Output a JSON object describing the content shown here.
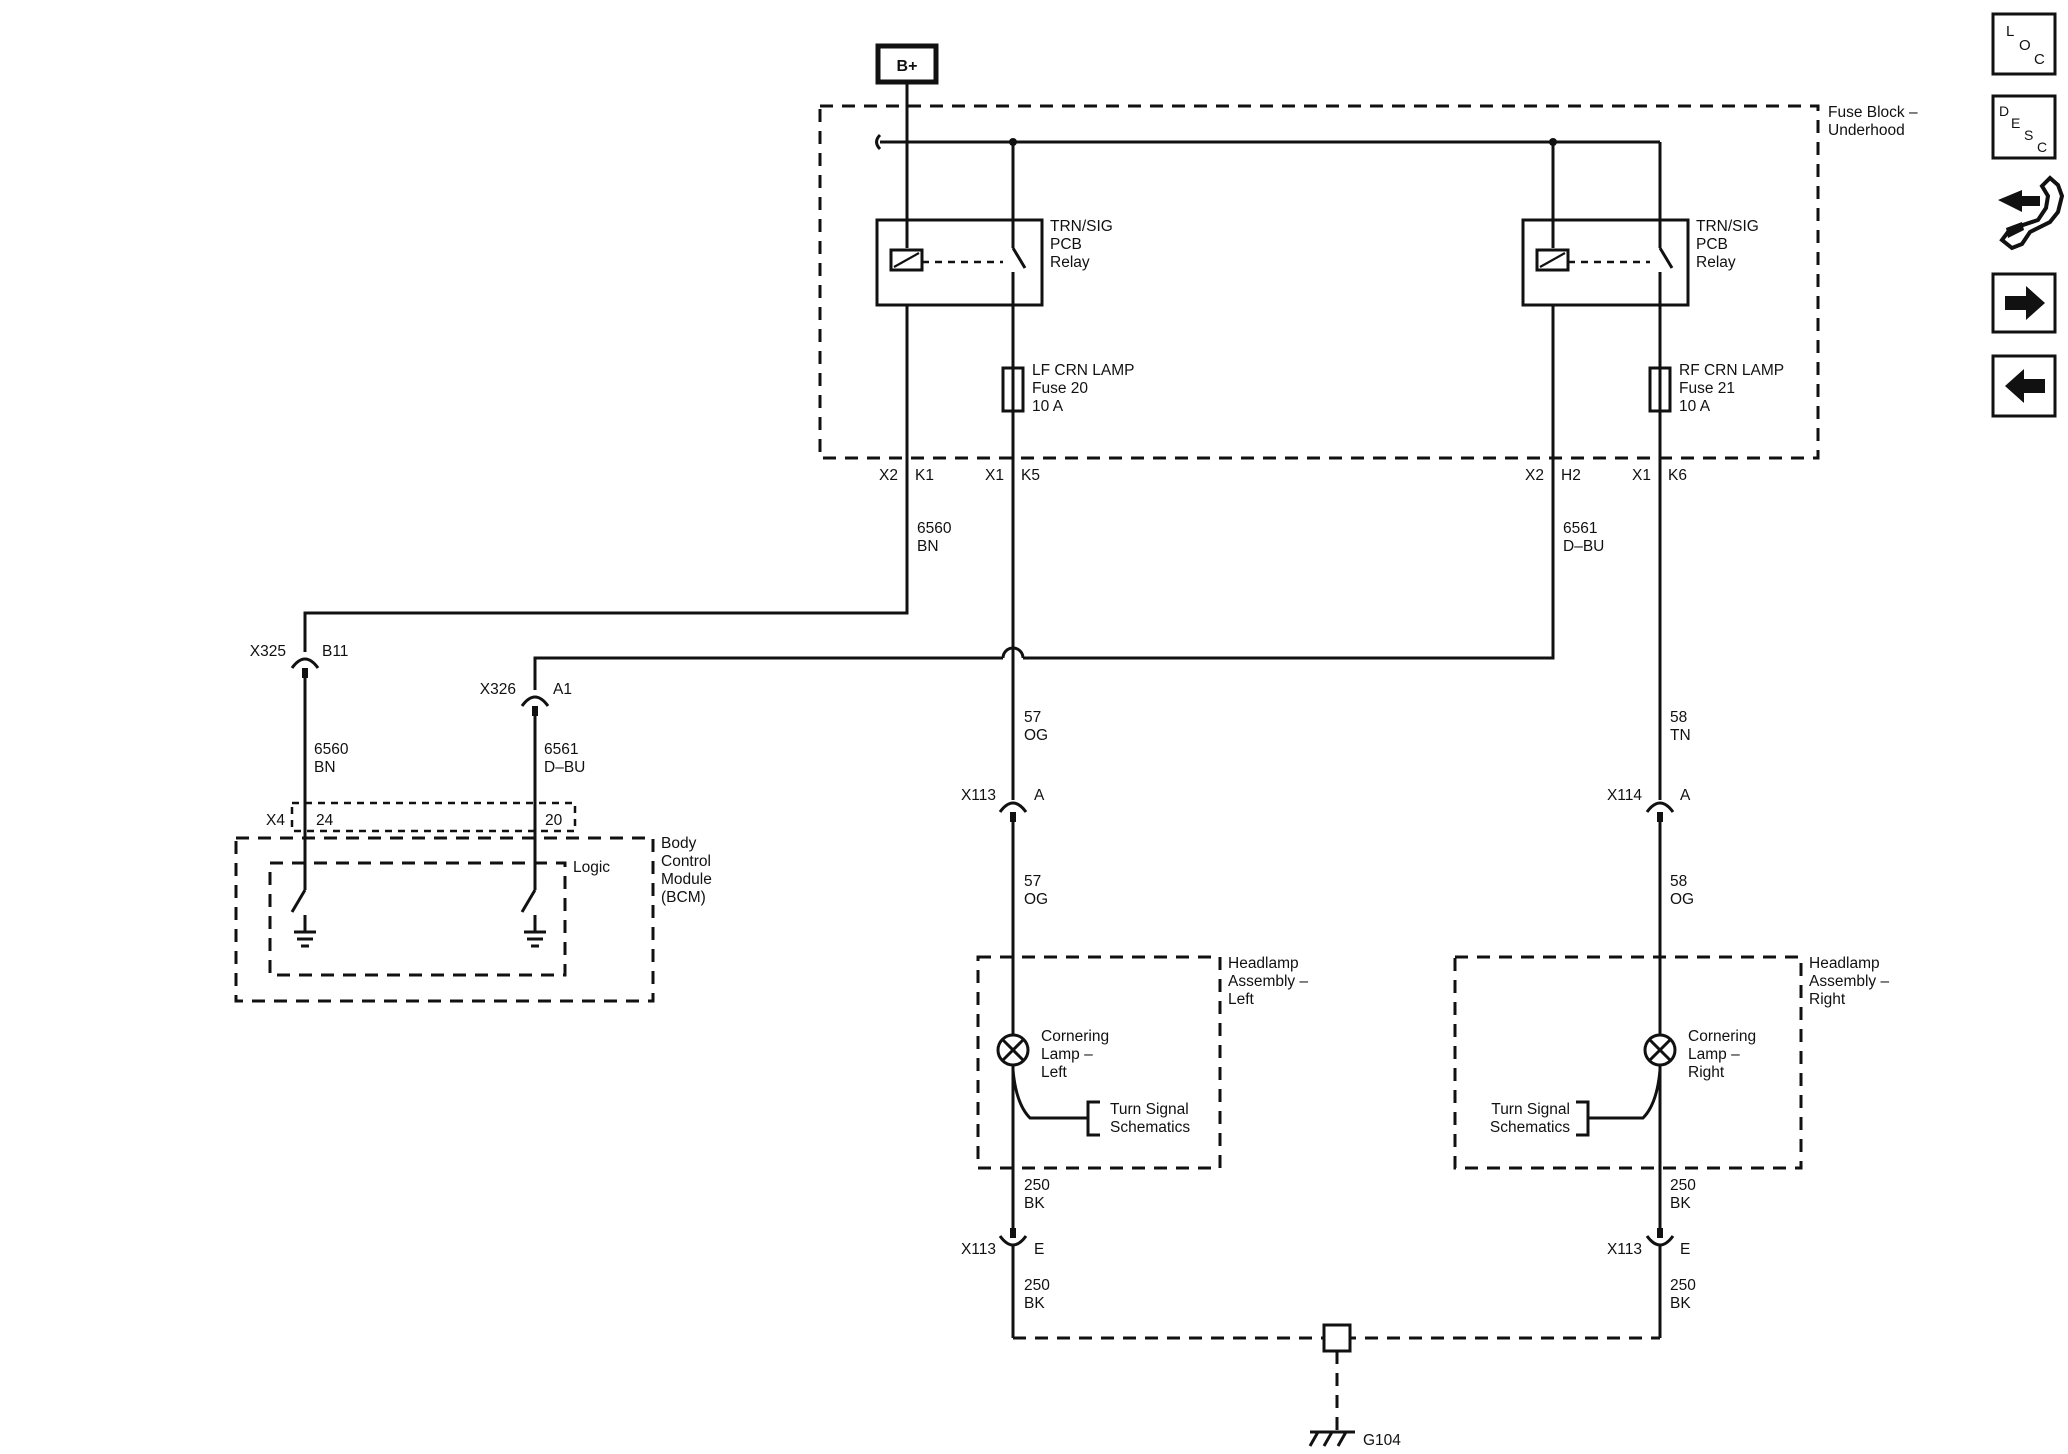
{
  "power": {
    "label": "B+"
  },
  "fuse_block": {
    "label_line1": "Fuse Block –",
    "label_line2": "Underhood"
  },
  "relay_left": {
    "line1": "TRN/SIG",
    "line2": "PCB",
    "line3": "Relay"
  },
  "relay_right": {
    "line1": "TRN/SIG",
    "line2": "PCB",
    "line3": "Relay"
  },
  "fuse_left": {
    "line1": "LF CRN LAMP",
    "line2": "Fuse 20",
    "line3": "10 A"
  },
  "fuse_right": {
    "line1": "RF CRN LAMP",
    "line2": "Fuse 21",
    "line3": "10 A"
  },
  "fuse_block_pins": {
    "x2_left": "X2",
    "k1": "K1",
    "x1_left": "X1",
    "k5": "K5",
    "x2_right": "X2",
    "h2": "H2",
    "x1_right": "X1",
    "k6": "K6"
  },
  "wires": {
    "w6560_top": {
      "num": "6560",
      "color": "BN"
    },
    "w6561_top": {
      "num": "6561",
      "color": "D–BU"
    },
    "w6560_bcm": {
      "num": "6560",
      "color": "BN"
    },
    "w6561_bcm": {
      "num": "6561",
      "color": "D–BU"
    },
    "w57_upper": {
      "num": "57",
      "color": "OG"
    },
    "w57_lower": {
      "num": "57",
      "color": "OG"
    },
    "w58_upper": {
      "num": "58",
      "color": "TN"
    },
    "w58_lower": {
      "num": "58",
      "color": "OG"
    },
    "w250_left_upper": {
      "num": "250",
      "color": "BK"
    },
    "w250_left_lower": {
      "num": "250",
      "color": "BK"
    },
    "w250_right_upper": {
      "num": "250",
      "color": "BK"
    },
    "w250_right_lower": {
      "num": "250",
      "color": "BK"
    }
  },
  "connectors": {
    "x325": {
      "name": "X325",
      "pin": "B11"
    },
    "x326": {
      "name": "X326",
      "pin": "A1"
    },
    "x113_top": {
      "name": "X113",
      "pin": "A"
    },
    "x114_top": {
      "name": "X114",
      "pin": "A"
    },
    "x113_left_bottom": {
      "name": "X113",
      "pin": "E"
    },
    "x113_right_bottom": {
      "name": "X113",
      "pin": "E"
    }
  },
  "bcm": {
    "connector": "X4",
    "pin_a": "24",
    "pin_b": "20",
    "logic": "Logic",
    "line1": "Body",
    "line2": "Control",
    "line3": "Module",
    "line4": "(BCM)"
  },
  "headlamp_left": {
    "line1": "Headlamp",
    "line2": "Assembly –",
    "line3": "Left",
    "lamp_line1": "Cornering",
    "lamp_line2": "Lamp –",
    "lamp_line3": "Left",
    "ref_line1": "Turn Signal",
    "ref_line2": "Schematics"
  },
  "headlamp_right": {
    "line1": "Headlamp",
    "line2": "Assembly –",
    "line3": "Right",
    "lamp_line1": "Cornering",
    "lamp_line2": "Lamp –",
    "lamp_line3": "Right",
    "ref_line1": "Turn Signal",
    "ref_line2": "Schematics"
  },
  "ground": {
    "label": "G104"
  },
  "nav": {
    "loc": {
      "l1": "L",
      "l2": "O",
      "l3": "C"
    },
    "desc": {
      "l1": "D",
      "l2": "E",
      "l3": "S",
      "l4": "C"
    }
  }
}
